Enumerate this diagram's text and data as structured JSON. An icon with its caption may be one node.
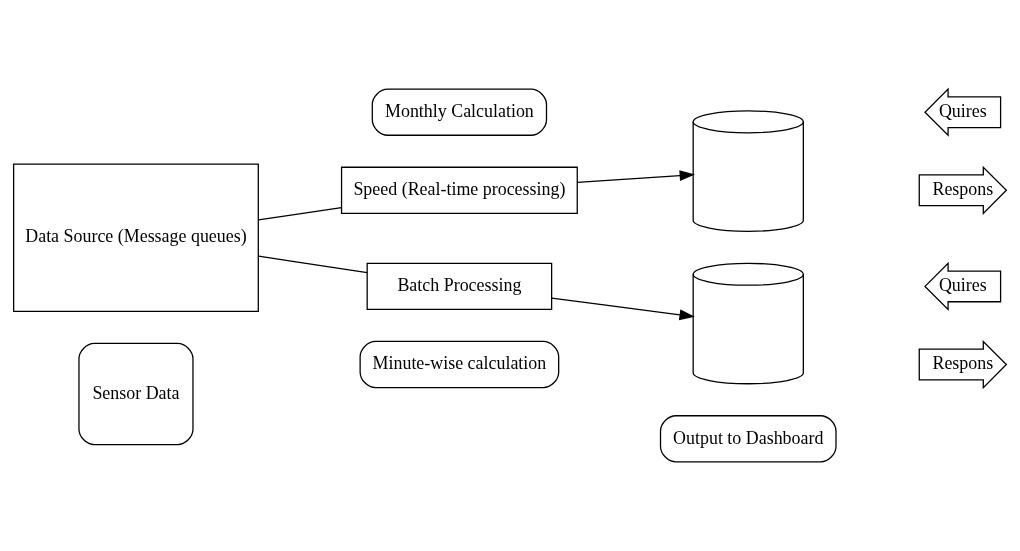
{
  "diagram": {
    "nodes": [
      {
        "text": [
          "Output to Dashboard"
        ]
      },
      {
        "text": [
          "Minute-wise calculation"
        ]
      },
      {
        "text": [
          "Sensor Data"
        ]
      },
      {
        "text": [
          "Data Source (Message queues)"
        ]
      },
      {
        "text": [
          "Speed (Real-time processing)"
        ]
      },
      {
        "text": [],
        "shape": "cylinder"
      },
      {
        "text": [
          "Quires"
        ]
      },
      {
        "text": [
          "Respons"
        ]
      },
      {
        "text": [
          "Batch Processing"
        ]
      },
      {
        "text": [],
        "shape": "cylinder"
      },
      {
        "text": [
          "Quires"
        ]
      },
      {
        "text": [
          "Respons"
        ]
      },
      {
        "text": [
          "Monthly Calculation"
        ]
      }
    ],
    "edges": [
      {
        "from": 3,
        "to": 4,
        "arrow": "none"
      },
      {
        "from": 3,
        "to": 8,
        "arrow": "none"
      },
      {
        "from": 4,
        "to": 5,
        "arrow": "to"
      },
      {
        "from": 8,
        "to": 9,
        "arrow": "to"
      }
    ]
  }
}
